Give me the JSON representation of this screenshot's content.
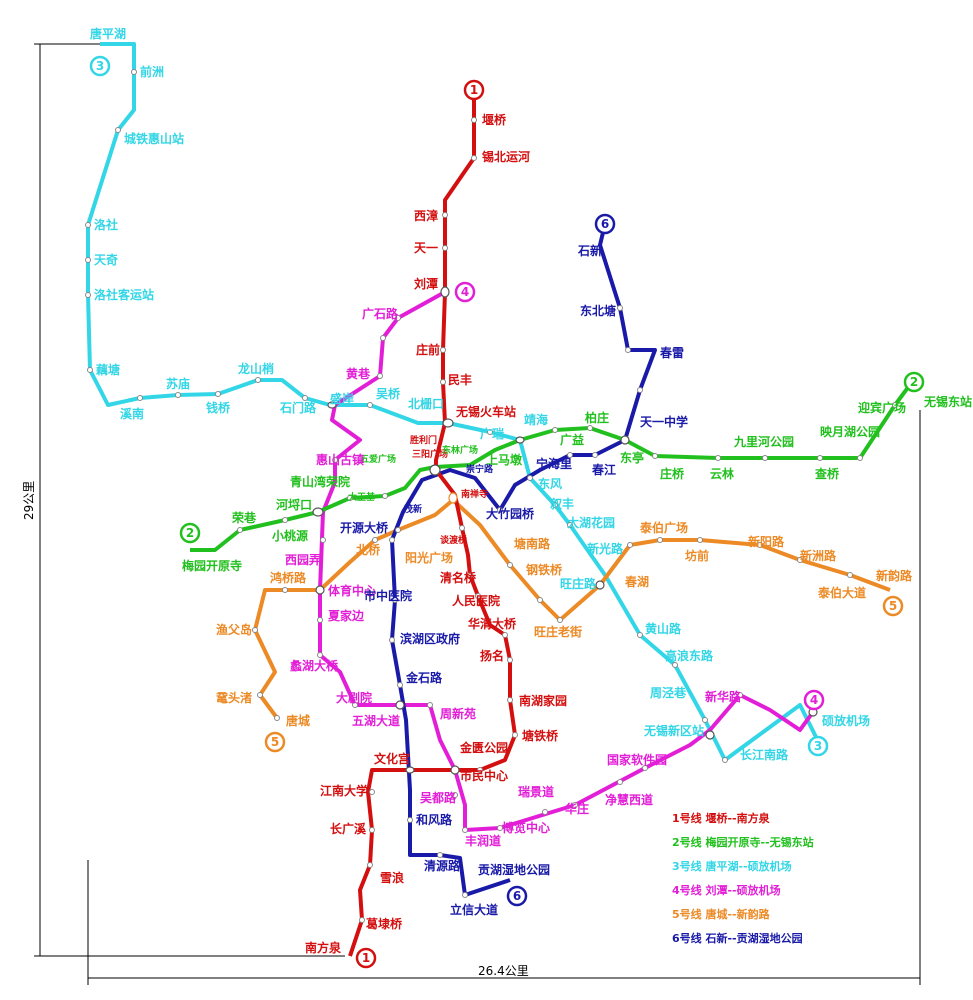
{
  "dimensions": {
    "width_label": "26.4公里",
    "height_label": "29公里"
  },
  "lines": [
    {
      "id": "1",
      "color": "#d40f0f",
      "badge": "1",
      "legend": "1号线  堰桥--南方泉"
    },
    {
      "id": "2",
      "color": "#22c01e",
      "badge": "2",
      "legend": "2号线  梅园开原寺--无锡东站"
    },
    {
      "id": "3",
      "color": "#33d6e6",
      "badge": "3",
      "legend": "3号线  唐平湖--硕放机场"
    },
    {
      "id": "4",
      "color": "#e21fd6",
      "badge": "4",
      "legend": "4号线  刘潭--硕放机场"
    },
    {
      "id": "5",
      "color": "#ec8a25",
      "badge": "5",
      "legend": "5号线  唐城--新韵路"
    },
    {
      "id": "6",
      "color": "#1a1aa8",
      "badge": "6",
      "legend": "6号线  石新--贡湖湿地公园"
    }
  ],
  "stations": {
    "l1": [
      "堰桥",
      "锡北运河",
      "西漳",
      "天一",
      "刘潭",
      "庄前",
      "民丰",
      "无锡火车站",
      "胜利门",
      "三阳广场",
      "南禅寺",
      "谈渡桥",
      "清名桥",
      "人民医院",
      "华清大桥",
      "扬名",
      "南湖家园",
      "塘铁桥",
      "金匮公园",
      "市民中心",
      "文化宫",
      "江南大学",
      "长广溪",
      "雪浪",
      "葛埭桥",
      "南方泉"
    ],
    "l2": [
      "梅园开原寺",
      "荣巷",
      "小桃源",
      "河埒口",
      "青山湾荣院",
      "大王基",
      "五爱广场",
      "东林广场",
      "上马墩",
      "广益",
      "柏庄",
      "东亭",
      "庄桥",
      "云林",
      "九里河公园",
      "查桥",
      "映月湖公园",
      "迎宾广场",
      "无锡东站"
    ],
    "l3": [
      "唐平湖",
      "前洲",
      "城铁惠山站",
      "洛社",
      "天奇",
      "洛社客运站",
      "藕塘",
      "溪南",
      "苏庙",
      "钱桥",
      "龙山梢",
      "石门路",
      "盛岸",
      "吴桥",
      "北栅口",
      "广瑞",
      "靖海",
      "东风",
      "叙丰",
      "太湖花园",
      "新光路",
      "旺庄路",
      "黄山路",
      "高浪东路",
      "周泾巷",
      "无锡新区站",
      "长江南路",
      "硕放机场"
    ],
    "l4": [
      "广石路",
      "黄巷",
      "惠山古镇",
      "西园弄",
      "体育中心",
      "夏家边",
      "蠡湖大桥",
      "大剧院",
      "五湖大道",
      "周新苑",
      "吴都路",
      "丰润道",
      "博览中心",
      "瑞景道",
      "华庄",
      "净慧西道",
      "国家软件园",
      "新华路"
    ],
    "l5": [
      "唐城",
      "鼋头渚",
      "渔父岛",
      "鸿桥路",
      "北桥",
      "阳光广场",
      "塘南路",
      "钢铁桥",
      "旺庄老街",
      "春湖",
      "泰伯广场",
      "坊前",
      "新阳路",
      "新洲路",
      "泰伯大道",
      "新韵路"
    ],
    "l6": [
      "石新",
      "东北塘",
      "春雷",
      "天一中学",
      "春江",
      "宁海里",
      "崇宁路",
      "大竹园桥",
      "开源大桥",
      "茂新",
      "市中医院",
      "滨湖区政府",
      "金石路",
      "和风路",
      "清源路",
      "立信大道",
      "贡湖湿地公园"
    ]
  }
}
